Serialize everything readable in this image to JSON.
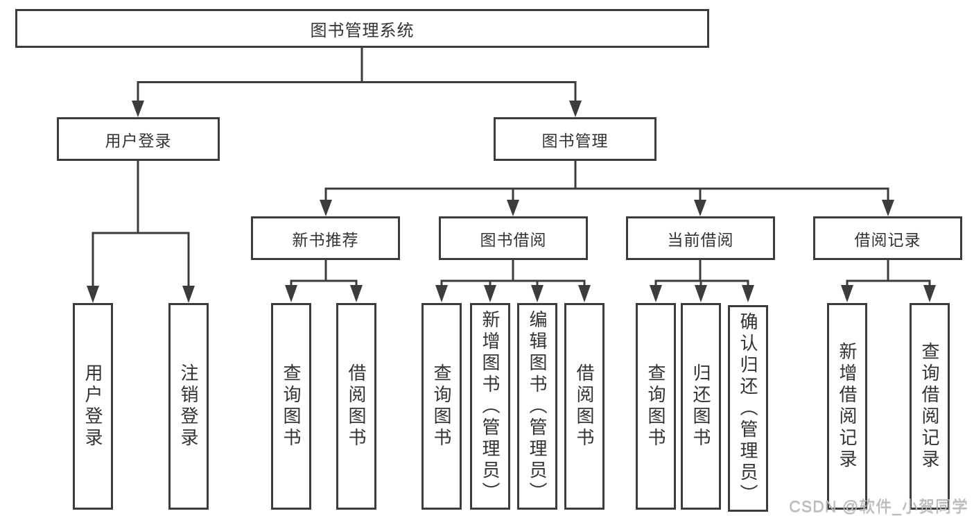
{
  "diagram": {
    "root": "图书管理系统",
    "branches": [
      {
        "label": "用户登录",
        "children": [
          "用户登录",
          "注销登录"
        ]
      },
      {
        "label": "图书管理",
        "children": [
          {
            "label": "新书推荐",
            "children": [
              "查询图书",
              "借阅图书"
            ]
          },
          {
            "label": "图书借阅",
            "children": [
              "查询图书",
              "新增图书（管理员）",
              "编辑图书（管理员）",
              "借阅图书"
            ]
          },
          {
            "label": "当前借阅",
            "children": [
              "查询图书",
              "归还图书",
              "确认归还（管理员）"
            ]
          },
          {
            "label": "借阅记录",
            "children": [
              "新增借阅记录",
              "查询借阅记录"
            ]
          }
        ]
      }
    ]
  },
  "watermark": "CSDN @软件_小贺同学",
  "colors": {
    "line": "#3c3c3c",
    "text": "#333333",
    "watermark": "#b8b8b8",
    "background": "#ffffff"
  }
}
